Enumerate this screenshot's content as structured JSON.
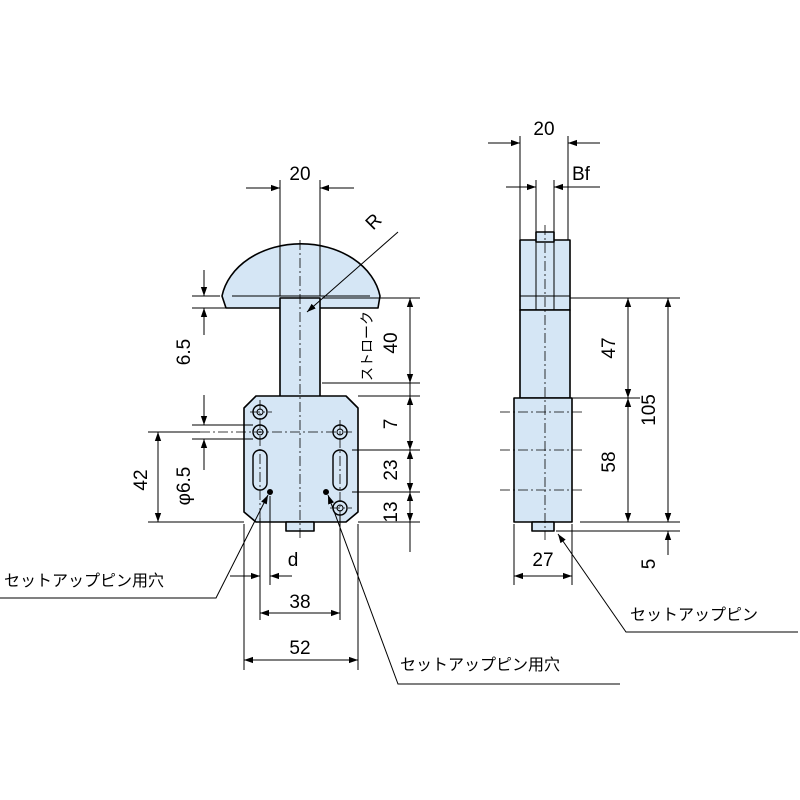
{
  "front_view": {
    "dim_top_width": "20",
    "dim_radius": "R",
    "dim_stroke_note": "ストローク",
    "dim_stroke": "40",
    "dim_shoulder": "6.5",
    "dim_upper_gap": "7",
    "dim_slot": "23",
    "dim_bottom_gap": "13",
    "dim_height": "42",
    "dim_hole_dia": "φ6.5",
    "dim_offset": "d",
    "dim_pitch": "38",
    "dim_width": "52",
    "note_left_hole": "セットアップピン用穴",
    "note_right_hole": "セットアップピン用穴"
  },
  "side_view": {
    "dim_top_width": "20",
    "dim_bf": "Bf",
    "dim_upper": "47",
    "dim_lower": "58",
    "dim_total": "105",
    "dim_base": "27",
    "dim_pin": "5",
    "note_pin": "セットアップピン"
  }
}
